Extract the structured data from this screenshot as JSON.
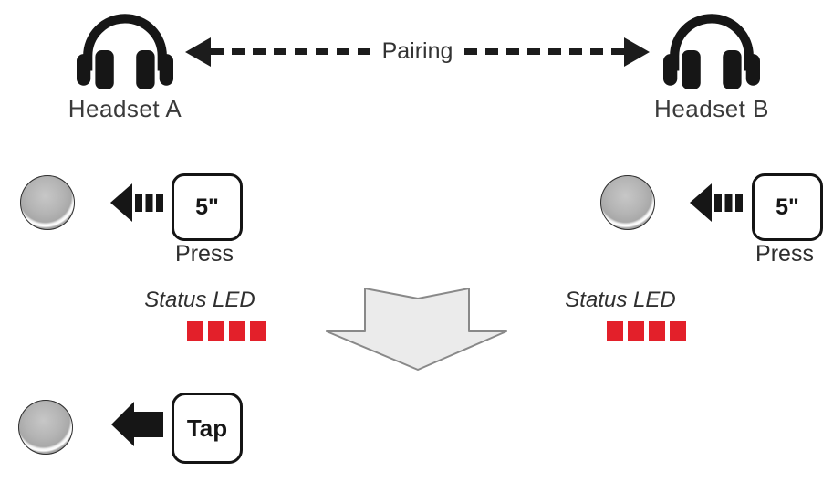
{
  "headsets": {
    "a": {
      "label": "Headset A"
    },
    "b": {
      "label": "Headset B"
    }
  },
  "pairing": {
    "label": "Pairing"
  },
  "press_step": {
    "button_label": "5\"",
    "caption": "Press"
  },
  "status_led": {
    "label": "Status LED",
    "led_count": 4,
    "led_color": "#E3202A"
  },
  "tap_step": {
    "button_label": "Tap"
  },
  "icons": {
    "headset_a": "headphones-icon",
    "headset_b": "headphones-icon",
    "pairing_arrow": "double-headed-dashed-arrow-icon",
    "press_hold_arrow": "left-arrow-hold-icon",
    "tap_arrow": "left-arrow-icon",
    "flow_arrow": "big-down-arrow-icon",
    "device_button": "round-button"
  },
  "colors": {
    "led_red": "#E3202A",
    "flow_arrow_fill": "#EBEBEB",
    "flow_arrow_stroke": "#898989",
    "ink": "#1C1C1C"
  }
}
